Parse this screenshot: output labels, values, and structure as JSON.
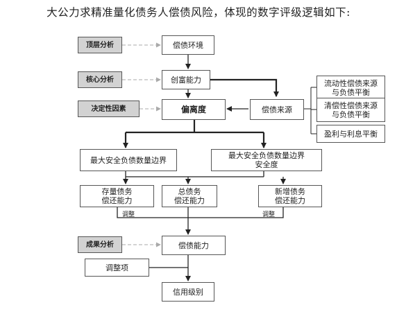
{
  "header": {
    "title": "大公力求精准量化债务人偿债风险，体现的数字评级逻辑如下:"
  },
  "left_labels": {
    "top_analysis": "顶层分析",
    "core_analysis": "核心分析",
    "decisive_factor": "决定性因素",
    "result_analysis": "成果分析"
  },
  "nodes": {
    "env": "偿债环境",
    "wealth": "创富能力",
    "deviation": "偏离度",
    "source": "偿债来源",
    "liquidity": "流动性偿债来源\n与负债平衡",
    "clearing": "清偿性偿债来源\n与负债平衡",
    "profit": "盈利与利息平衡",
    "max_boundary": "最大安全负债数量边界",
    "safety": "最大安全负债数量边界\n安全度",
    "stock_debt": "存量债务\n偿还能力",
    "total_debt": "总债务\n偿还能力",
    "new_debt": "新增债务\n偿还能力",
    "ability": "偿债能力",
    "adjust_item": "调整项",
    "rating": "信用级别"
  },
  "edge_labels": {
    "adjust_left": "调整",
    "adjust_right": "调整"
  }
}
